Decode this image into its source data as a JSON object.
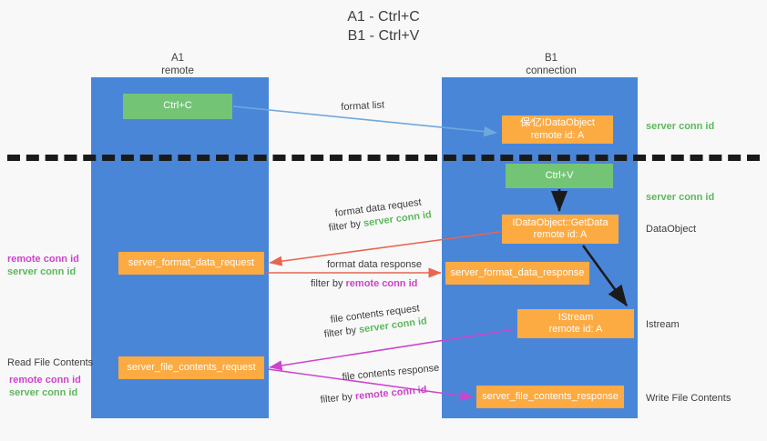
{
  "title": {
    "line1": "A1 - Ctrl+C",
    "line2": "B1 - Ctrl+V"
  },
  "columns": {
    "a1": {
      "name": "A1",
      "sub": "remote"
    },
    "b1": {
      "name": "B1",
      "sub": "connection"
    }
  },
  "boxes": {
    "ctrl_c": "Ctrl+C",
    "ctrl_v": "Ctrl+V",
    "idataobject_line1": "保⁄亿IDataObject",
    "idataobject_line2": "remote id: A",
    "getdata_line1": "IDataObject::GetData",
    "getdata_line2": "remote id: A",
    "istream_line1": "IStream",
    "istream_line2": "remote id: A",
    "server_format_data_request": "server_format_data_request",
    "server_format_data_response": "server_format_data_response",
    "server_file_contents_request": "server_file_contents_request",
    "server_file_contents_response": "server_file_contents_response"
  },
  "edge_labels": {
    "format_list": "format list",
    "format_data_request": "format data request",
    "filter_by": "filter by ",
    "server_conn_id": "server conn id",
    "remote_conn_id": "remote conn id",
    "format_data_response": "format data response",
    "file_contents_request": "file contents request",
    "file_contents_response": "file contents response"
  },
  "annotations": {
    "right_server_conn_id_top": "server conn id",
    "right_server_conn_id_mid": "server conn id",
    "right_dataobject": "DataObject",
    "right_istream": "Istream",
    "right_write_file_contents": "Write File Contents",
    "left_read_file_contents": "Read File Contents",
    "left_remote_conn_id_1": "remote conn id",
    "left_server_conn_id_1": "server conn id",
    "left_remote_conn_id_2": "remote conn id",
    "left_server_conn_id_2": "server conn id"
  },
  "colors": {
    "lane_blue": "#4a86d8",
    "box_green": "#74c476",
    "box_orange": "#fcaa42",
    "arrow_blue": "#6fa8dc",
    "arrow_red": "#e8654f",
    "arrow_magenta": "#cc44cc",
    "arrow_black": "#1a1a1a",
    "text_green": "#5cb85c",
    "text_purple": "#cc44cc",
    "background": "#f8f8f8"
  }
}
